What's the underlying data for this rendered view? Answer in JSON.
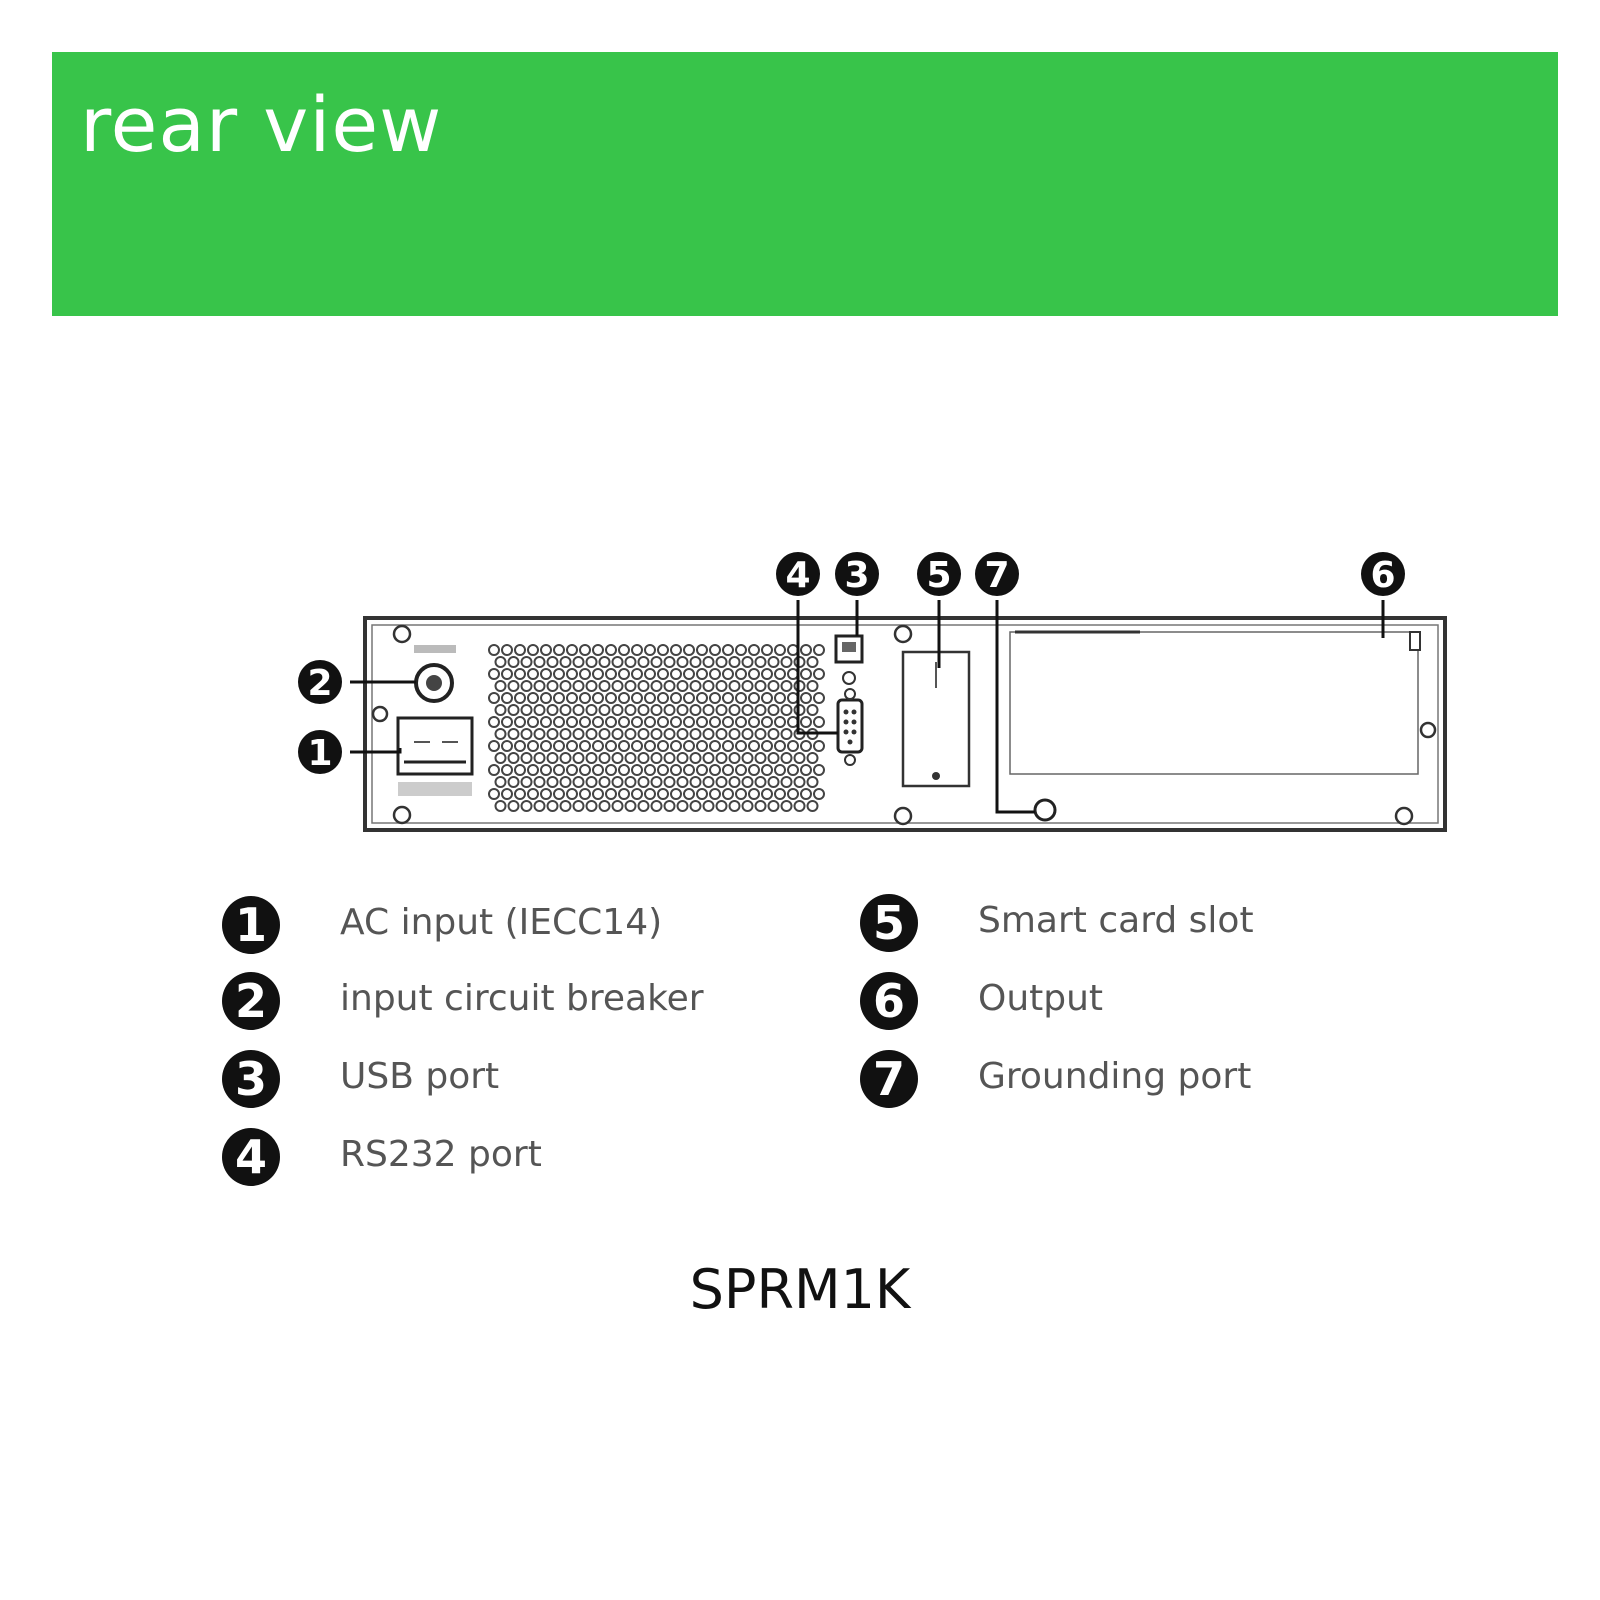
{
  "banner": {
    "title": "rear view",
    "color": "#38c44a"
  },
  "callouts": [
    {
      "id": "callout-1",
      "number": "1"
    },
    {
      "id": "callout-2",
      "number": "2"
    },
    {
      "id": "callout-3",
      "number": "3"
    },
    {
      "id": "callout-4",
      "number": "4"
    },
    {
      "id": "callout-5",
      "number": "5"
    },
    {
      "id": "callout-6",
      "number": "6"
    },
    {
      "id": "callout-7",
      "number": "7"
    }
  ],
  "legend": [
    {
      "number": "1",
      "label": "AC input (IECC14)"
    },
    {
      "number": "2",
      "label": "input circuit breaker"
    },
    {
      "number": "3",
      "label": "USB port"
    },
    {
      "number": "4",
      "label": "RS232 port"
    },
    {
      "number": "5",
      "label": "Smart card slot"
    },
    {
      "number": "6",
      "label": "Output"
    },
    {
      "number": "7",
      "label": "Grounding port"
    }
  ],
  "model": "SPRM1K"
}
